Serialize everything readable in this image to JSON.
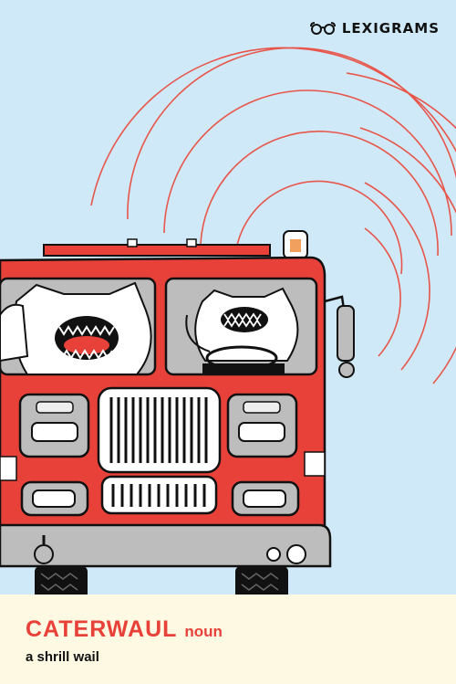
{
  "brand": {
    "name": "LEXIGRAMS",
    "icon": "glasses-icon"
  },
  "entry": {
    "word": "CATERWAUL",
    "part_of_speech": "noun",
    "definition": "a shrill wail"
  },
  "illustration": {
    "subject": "fire-truck",
    "colors": {
      "background": "#cfe9f8",
      "truck_red": "#e8413a",
      "grey": "#b9b9b9",
      "sound_waves": "#e8554a",
      "footer": "#fdf9e2"
    }
  }
}
